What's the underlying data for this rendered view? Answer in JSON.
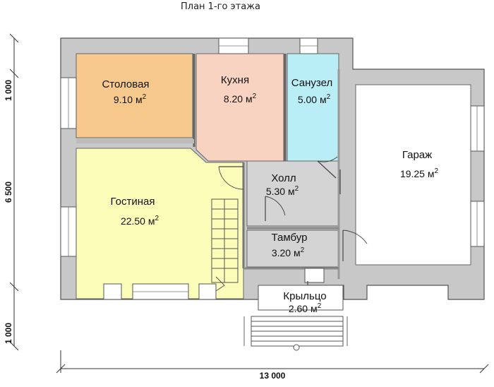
{
  "title": "План 1-го этажа",
  "rooms": {
    "stolovaya": {
      "name": "Столовая",
      "area": "9.10 м",
      "sup": "2",
      "color": "#f7c98d"
    },
    "kuhnya": {
      "name": "Кухня",
      "area": "8.20 м",
      "sup": "2",
      "color": "#f9d3c1"
    },
    "sanuzel": {
      "name": "Санузел",
      "area": "5.00 м",
      "sup": "2",
      "color": "#b9eef6"
    },
    "garazh": {
      "name": "Гараж",
      "area": "19.25 м",
      "sup": "2",
      "color": "#ffffff"
    },
    "gostinaya": {
      "name": "Гостиная",
      "area": "22.50 м",
      "sup": "2",
      "color": "#fcfdb9"
    },
    "holl": {
      "name": "Холл",
      "area": "5.30 м",
      "sup": "2",
      "color": "#d4d4d4"
    },
    "tambur": {
      "name": "Тамбур",
      "area": "3.20 м",
      "sup": "2",
      "color": "#d4d4d4"
    },
    "kryltso": {
      "name": "Крыльцо",
      "area": "2.60 м",
      "sup": "2",
      "color": "#ffffff"
    }
  },
  "dimensions": {
    "total_width": "13 000",
    "left_top": "1 000",
    "left_middle": "6 500",
    "left_bottom": "1 000"
  },
  "colors": {
    "wall": "#c8c8c8",
    "outline": "#555555"
  }
}
